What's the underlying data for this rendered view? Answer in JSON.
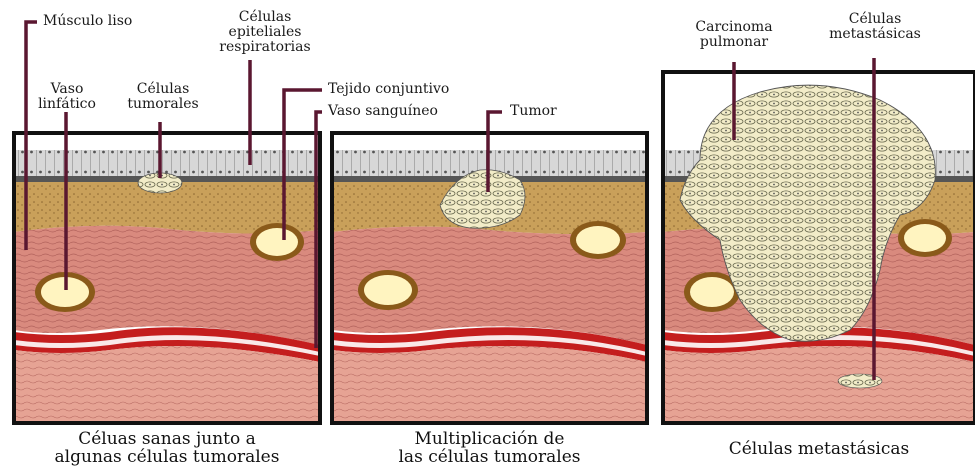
{
  "labels": {
    "musculo_liso": "Músculo liso",
    "celulas_epiteliales": [
      "Células",
      "epiteliales",
      "respiratorias"
    ],
    "vaso_linfatico": [
      "Vaso",
      "linfático"
    ],
    "celulas_tumorales": [
      "Células",
      "tumorales"
    ],
    "tejido_conjuntivo": "Tejido conjuntivo",
    "vaso_sanguineo": "Vaso sanguíneo",
    "tumor": "Tumor",
    "carcinoma": [
      "Carcinoma",
      "pulmonar"
    ],
    "celulas_metastasicas": [
      "Células",
      "metastásicas"
    ]
  },
  "captions": {
    "panel1": [
      "Céluas sanas junto a",
      "algunas células tumorales"
    ],
    "panel2": [
      "Multiplicación de",
      "las células tumorales"
    ],
    "panel3": "Células metastásicas"
  },
  "colors": {
    "pointer": "#5a1730",
    "frame": "#111111",
    "muscle": "#d98a7e",
    "connective": "#c9a05a",
    "epithelium": "#cfcfcf",
    "vessel_red": "#c41e1e",
    "tumor_cells": "#f2ecc8"
  }
}
